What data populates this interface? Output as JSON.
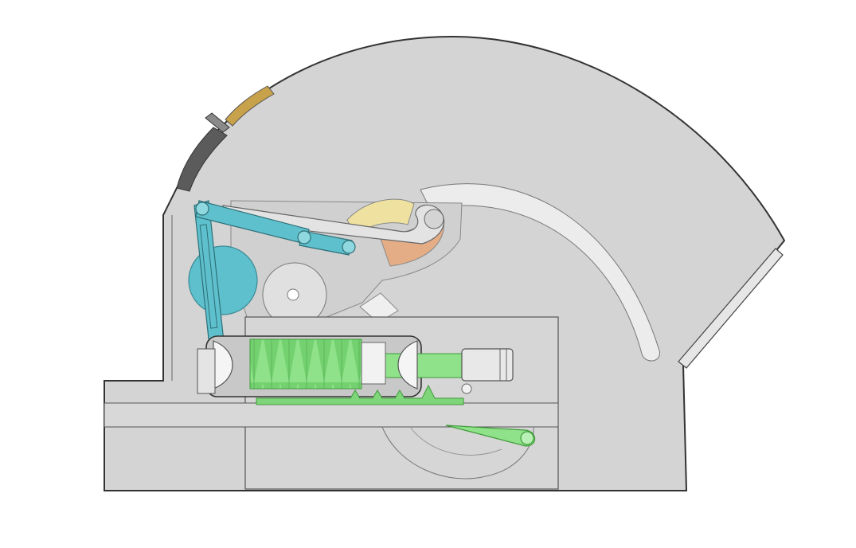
{
  "diagram": {
    "view": "cad-section",
    "annotations": [],
    "components": [
      {
        "id": "housing",
        "name": "housing-shell",
        "color": "#d4d4d4"
      },
      {
        "id": "arc-slot",
        "name": "arc-guide-slot",
        "color": "#ececec"
      },
      {
        "id": "worm",
        "name": "worm-screw",
        "color": "#8fe28a"
      },
      {
        "id": "rack",
        "name": "toothed-rack",
        "color": "#7fd67a"
      },
      {
        "id": "linkage",
        "name": "blue-linkage",
        "color": "#5ec0cc"
      },
      {
        "id": "cam",
        "name": "blue-cam-disc",
        "color": "#5ec0cc"
      },
      {
        "id": "hook",
        "name": "hook-lever",
        "color": "#e3e3e3"
      },
      {
        "id": "sector-yellow",
        "name": "yellow-sector",
        "color": "#efe2a0"
      },
      {
        "id": "sector-orange",
        "name": "orange-sector",
        "color": "#e4ad86"
      },
      {
        "id": "bushing",
        "name": "shaft-bushing",
        "color": "#e8e8e8"
      },
      {
        "id": "green-lever",
        "name": "green-lever",
        "color": "#8fe28a"
      },
      {
        "id": "top-cap",
        "name": "top-cap",
        "color": "#c8a24a"
      }
    ]
  }
}
